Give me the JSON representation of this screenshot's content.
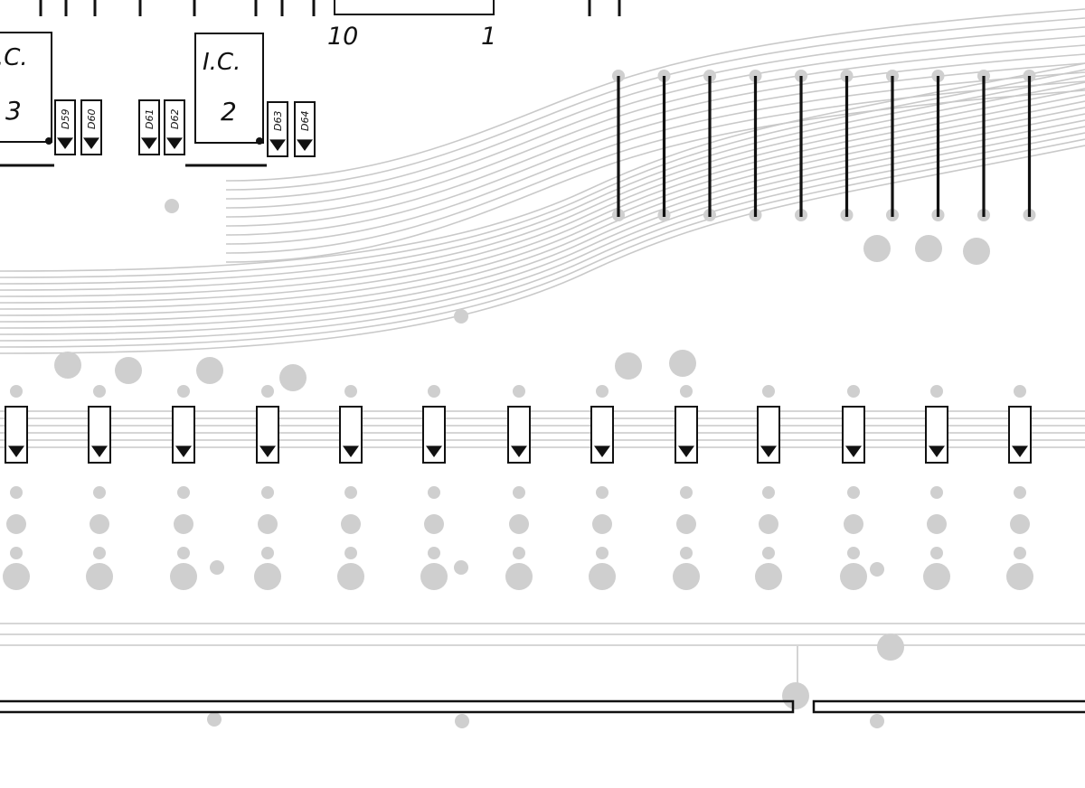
{
  "ic_labels": [
    {
      "name": "I.C.",
      "number": "3",
      "display_name": ".C."
    },
    {
      "name": "I.C.",
      "number": "2",
      "display_name": "I.C."
    }
  ],
  "connector_pins": {
    "left": "10",
    "right": "1"
  },
  "diodes": [
    {
      "label": "D59"
    },
    {
      "label": "D60"
    },
    {
      "label": "D61"
    },
    {
      "label": "D62"
    },
    {
      "label": "D63"
    },
    {
      "label": "D64"
    }
  ],
  "key_contact_count": 10,
  "lower_diode_count": 13,
  "colors": {
    "ink": "#111111",
    "trace": "#c9c9c9",
    "pad": "#cfcfcf",
    "paper": "#ffffff"
  }
}
